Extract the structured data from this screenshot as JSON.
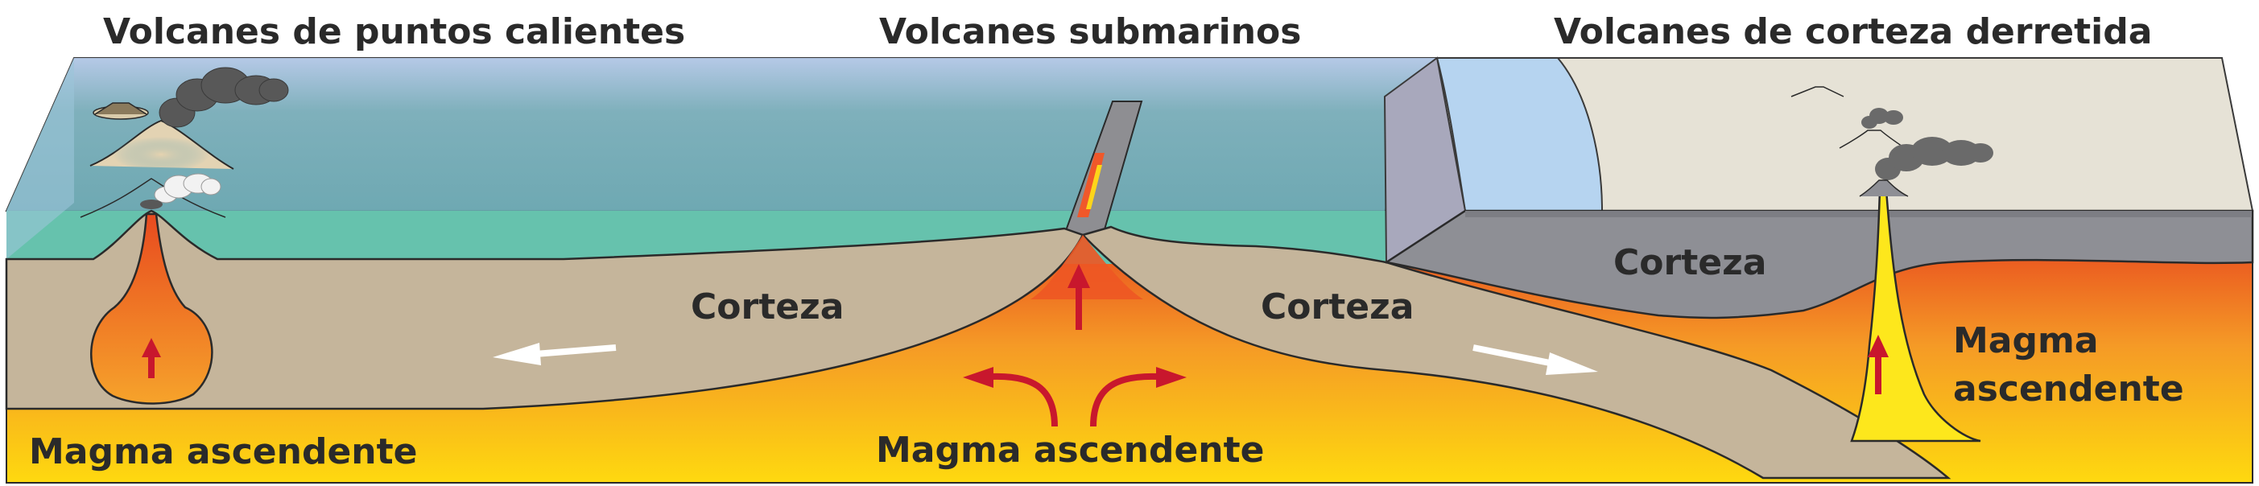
{
  "titles": {
    "hotspot": "Volcanes de puntos calientes",
    "submarine": "Volcanes submarinos",
    "melted_crust": "Volcanes de corteza derretida"
  },
  "labels": {
    "crust_left": "Corteza",
    "crust_middle": "Corteza",
    "crust_right": "Corteza",
    "magma_left": "Magma ascendente",
    "magma_center": "Magma ascendente",
    "magma_right_line1": "Magma",
    "magma_right_line2": "ascendente"
  },
  "colors": {
    "ocean": "#6fa9b3",
    "ocean_top": "#b9cbe6",
    "shelf": "#66c2ad",
    "crust": "#c6b69c",
    "continental_crust": "#8f9096",
    "land_surface": "#e5e2d8",
    "glacier": "#b5d3ef",
    "magma_top": "#e84a1f",
    "magma_mid": "#f59a26",
    "magma_bottom": "#fed90f",
    "arrow_red": "#c8172d",
    "arrow_white": "#ffffff",
    "smoke": "#585858",
    "steam": "#f0f0f0"
  }
}
